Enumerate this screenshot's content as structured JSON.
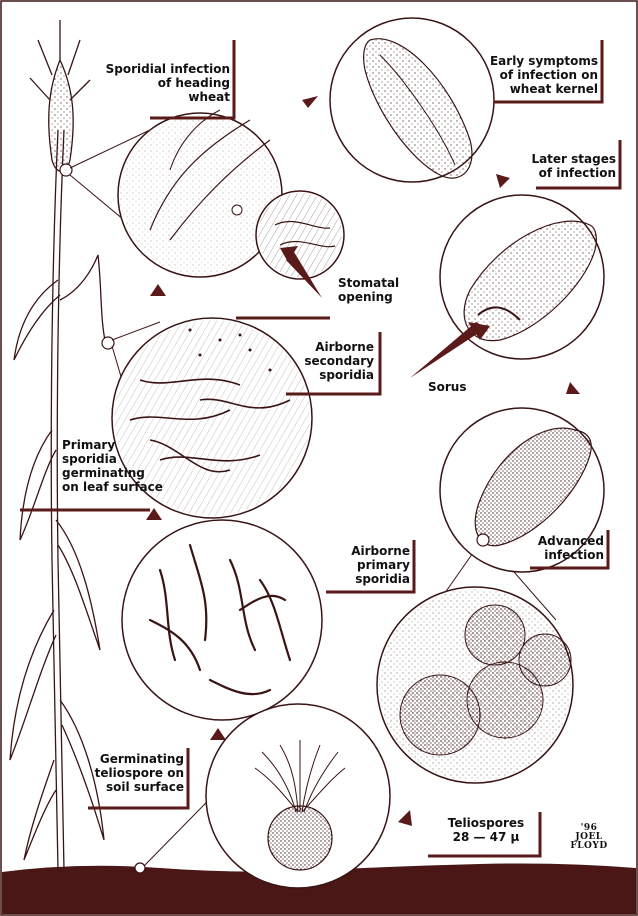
{
  "colors": {
    "ink": "#3a1414",
    "accent": "#5b1a1a",
    "paper": "#ffffff",
    "soil": "#4a1616"
  },
  "labels": {
    "sporidial_infection": "Sporidial infection\nof heading\nwheat",
    "early_symptoms": "Early symptoms\nof infection on\nwheat kernel",
    "later_stages": "Later stages\nof infection",
    "stomatal_opening": "Stomatal\nopening",
    "airborne_secondary": "Airborne\nsecondary\nsporidia",
    "sorus": "Sorus",
    "primary_sporidia": "Primary\nsporidia\ngerminating\non leaf surface",
    "advanced_infection": "Advanced\ninfection",
    "airborne_primary": "Airborne\nprimary\nsporidia",
    "germinating_teliospore": "Germinating\nteliospore on\nsoil surface",
    "teliospores": "Teliospores\n28 — 47 µ"
  },
  "signature": {
    "year": "'96",
    "first": "JOEL",
    "last": "FLOYD"
  }
}
